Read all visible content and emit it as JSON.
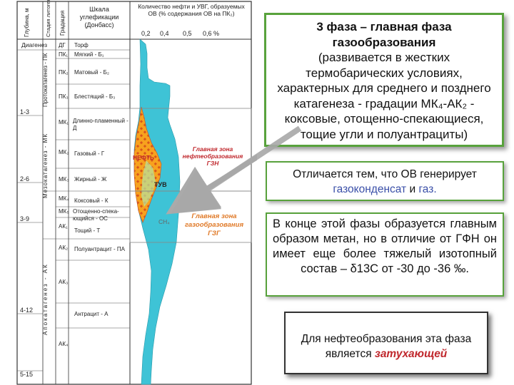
{
  "columns": {
    "depth": "Глубина, м",
    "stage": "Стадия литогенеза",
    "gradation": "Градация",
    "scale": "Шкала углефикации (Донбасс)",
    "oil_gas": "Количество нефти и УВГ, образуемых ОВ (% содержания ОВ на ПК₂)",
    "axis_ticks": [
      "0,2",
      "0,4",
      "0,5",
      "0,6 %"
    ]
  },
  "stages": {
    "diagenesis": "Диагенез",
    "protocatagenesis": "Протокатагенез - ПК",
    "mesocatagenesis": "Мезокатагенез - МК",
    "apocatagenesis": "Апокатагенез - АК"
  },
  "depths": [
    "1-3",
    "2-6",
    "3-9",
    "4-12",
    "5-15"
  ],
  "grades": [
    {
      "code": "ДГ",
      "name": "Торф"
    },
    {
      "code": "ПК₁",
      "name": "Мягкий - Б₁"
    },
    {
      "code": "ПК₂",
      "name": "Матовый - Б₂"
    },
    {
      "code": "ПК₃",
      "name": "Блестящий - Б₃"
    },
    {
      "code": "МК₁",
      "name": "Длинно-пламенный - Д"
    },
    {
      "code": "МК₂",
      "name": "Газовый - Г"
    },
    {
      "code": "МК₃",
      "name": "Жирный - Ж"
    },
    {
      "code": "МК₄",
      "name": "Коксовый - К"
    },
    {
      "code": "МК₅",
      "name": "Отощенно-спека-ющийся - ОС"
    },
    {
      "code": "АК₁",
      "name": "Тощий - Т"
    },
    {
      "code": "АК₂",
      "name": "Полуантрацит - ПА"
    },
    {
      "code": "АК₃",
      "name": ""
    },
    {
      "code": "",
      "name": "Антрацит - А"
    },
    {
      "code": "АК₄",
      "name": ""
    }
  ],
  "zones": {
    "oil": "НЕФТЬ",
    "tuv": "ТУВ",
    "ch4": "CH₄",
    "gzn": "Главная зона нефтеобразования ГЗН",
    "gzg": "Главная зона газообразования ГЗГ"
  },
  "box1": {
    "title": "3 фаза – главная фаза газообразования",
    "body": "(развивается в жестких термобарических условиях, характерных для среднего и позднего катагенеза - градации МК₄-АК₂ - коксовые, отощенно-спекающиеся, тощие угли и полуантрациты)"
  },
  "box2": {
    "lead": "Отличается тем, что ОВ генерирует",
    "hl1": "газоконденсат",
    "and": "и",
    "hl2": "газ."
  },
  "box3": {
    "text": "В конце этой фазы образуется главным образом метан, но в отличие от ГФН он имеет еще более тяжелый изотопный состав – δ13С от -30 до -36 ‰."
  },
  "box4": {
    "lead": "Для нефтеобразования эта фаза является",
    "em": "затухающей"
  },
  "colors": {
    "gas": "#3ec3d6",
    "oil": "#f59a1a",
    "oil_hatch": "#d23f1b",
    "frame": "#58a23c",
    "zone_text": "#c0282d"
  }
}
